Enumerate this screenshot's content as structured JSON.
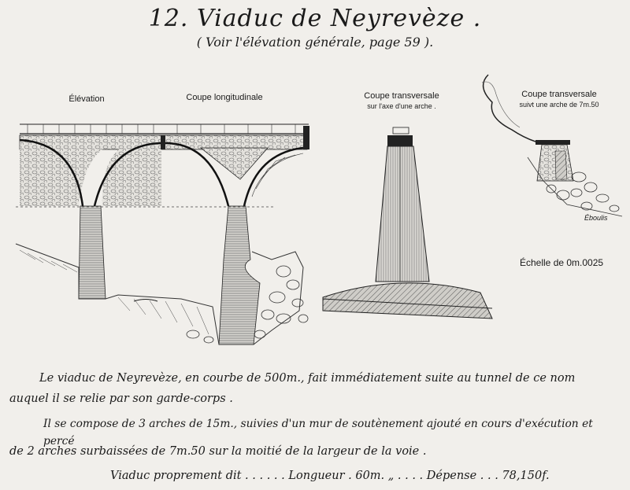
{
  "header": {
    "title": "12. Viaduc de Neyrevèze .",
    "subtitle": "( Voir l'élévation générale, page 59 )."
  },
  "drawing_labels": {
    "elevation": "Élévation",
    "coupe_longitudinale": "Coupe longitudinale",
    "coupe_transversale_1": "Coupe transversale",
    "coupe_transversale_1_sub": "sur l'axe d'une arche .",
    "coupe_transversale_2": "Coupe transversale",
    "coupe_transversale_2_sub": "suivt une arche de 7m.50",
    "eboulis": "Éboulis",
    "echelle": "Échelle de 0m.0025"
  },
  "body_text": {
    "para1_line1": "Le viaduc de Neyrevèze, en courbe de 500m., fait immédiatement suite au tunnel de ce nom",
    "para1_line2": "auquel il se relie par son garde-corps .",
    "para2_line1": "Il se compose de 3 arches de 15m., suivies d'un mur de soutènement ajouté en cours d'exécution et percé",
    "para2_line2": "de 2 arches surbaissées de 7m.50 sur la moitié de la largeur de la voie .",
    "summary": "Viaduc proprement dit . . . . . . Longueur . 60m. „ . . . . Dépense . . . 78,150f."
  }
}
